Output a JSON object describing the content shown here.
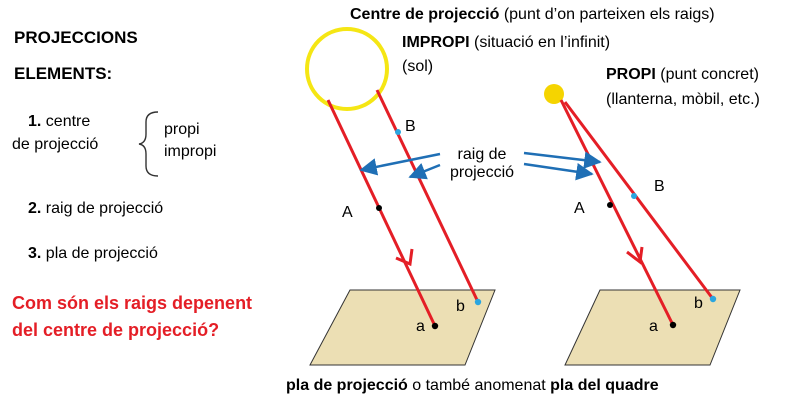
{
  "left_panel": {
    "title": "PROJECCIONS",
    "subtitle": "ELEMENTS:",
    "item1": {
      "num": "1.",
      "text_line1": "centre",
      "text_line2": "de projecció"
    },
    "item1_options": [
      "propi",
      "impropi"
    ],
    "item2": {
      "num": "2.",
      "text": "raig de projecció"
    },
    "item3": {
      "num": "3.",
      "text": "pla de projecció"
    },
    "question_line1": "Com són els raigs depenent",
    "question_line2": "del centre de projecció?"
  },
  "top_label": {
    "bold": "Centre de projecció",
    "rest": "(punt d’on parteixen els raigs)"
  },
  "improper": {
    "bold": "IMPROPI",
    "rest": "(situació en l’infinit)",
    "line2": "(sol)"
  },
  "proper": {
    "bold": "PROPI",
    "rest": "(punt concret)",
    "line2": "(llanterna, mòbil, etc.)"
  },
  "ray_label": {
    "line1": "raig de",
    "line2": "projecció"
  },
  "point_letters": {
    "A": "A",
    "B": "B",
    "a": "a",
    "b": "b"
  },
  "bottom_label": {
    "bold1": "pla de projecció",
    "middle": "o també anomenat",
    "bold2": "pla del quadre"
  },
  "colors": {
    "ray": "#e41e26",
    "sun_ring": "#f5e614",
    "lamp": "#f5d400",
    "plane_fill": "#ecdfb4",
    "arrow": "#1f6fb5",
    "point_b": "#2aa6e0",
    "question": "#e41e26"
  }
}
